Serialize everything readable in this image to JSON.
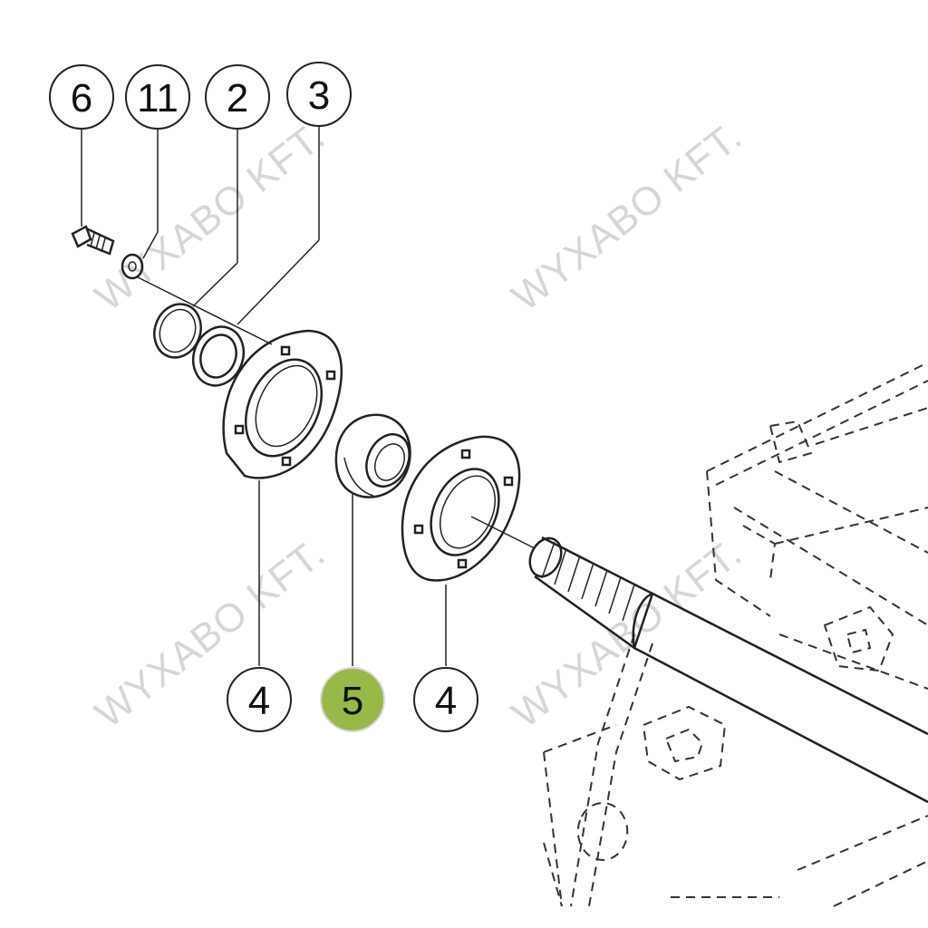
{
  "diagram": {
    "callouts": [
      {
        "id": "c6",
        "label": "6"
      },
      {
        "id": "c11",
        "label": "11"
      },
      {
        "id": "c2",
        "label": "2"
      },
      {
        "id": "c3",
        "label": "3"
      },
      {
        "id": "c4a",
        "label": "4"
      },
      {
        "id": "c5",
        "label": "5",
        "highlighted": true
      },
      {
        "id": "c4b",
        "label": "4"
      }
    ],
    "highlight_color": "#98b84a",
    "watermark": "WYXABO KFT."
  }
}
